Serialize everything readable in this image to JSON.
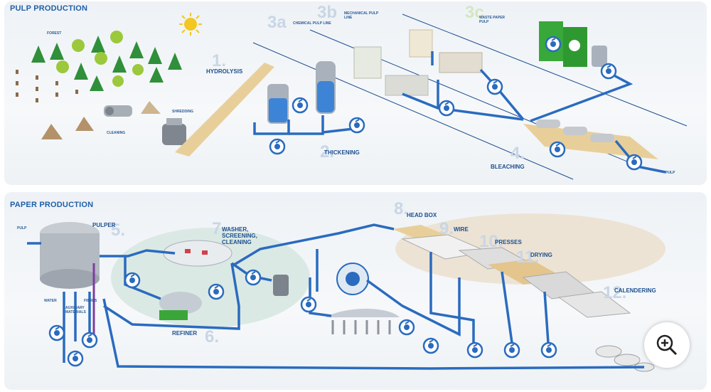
{
  "pulp": {
    "title": "PULP PRODUCTION",
    "forest": "FOREST",
    "cleaning": "CLEANING",
    "shredding": "SHREDDING",
    "hydrolysis": "HYDROLYSIS",
    "thickening": "THICKENING",
    "bleaching": "BLEACHING",
    "chemical": "CHEMICAL PULP LINE",
    "mechanical": "MECHANICAL PULP LINE",
    "waste": "WASTE PAPER PULP",
    "pulp_out": "PULP",
    "n1": "1.",
    "n2": "2.",
    "n3a": "3a",
    "n3b": "3b",
    "n3c": "3c",
    "n4": "4."
  },
  "paper": {
    "title": "PAPER PRODUCTION",
    "pulp_in": "PULP",
    "pulper": "PULPER",
    "washer": "WASHER, SCREENING, CLEANING",
    "refiner": "REFINER",
    "headbox": "HEAD BOX",
    "wire": "WIRE",
    "presses": "PRESSES",
    "drying": "DRYING",
    "calendering": "CALENDERING",
    "water": "WATER",
    "aux": "AUXILIARY MATERIALS",
    "fibres": "FIBRES",
    "n5": "5.",
    "n6": "6.",
    "n7": "7.",
    "n8": "8.",
    "n9": "9.",
    "n10": "10.",
    "n11": "11.",
    "n12": "12."
  },
  "colors": {
    "pipe": "#2a6bbf",
    "text": "#1d4f8f",
    "accent_green": "#3aa63a",
    "sand": "#e8cf9a"
  },
  "icons": {
    "zoom": "zoom-in-icon",
    "pump": "pump-icon"
  }
}
